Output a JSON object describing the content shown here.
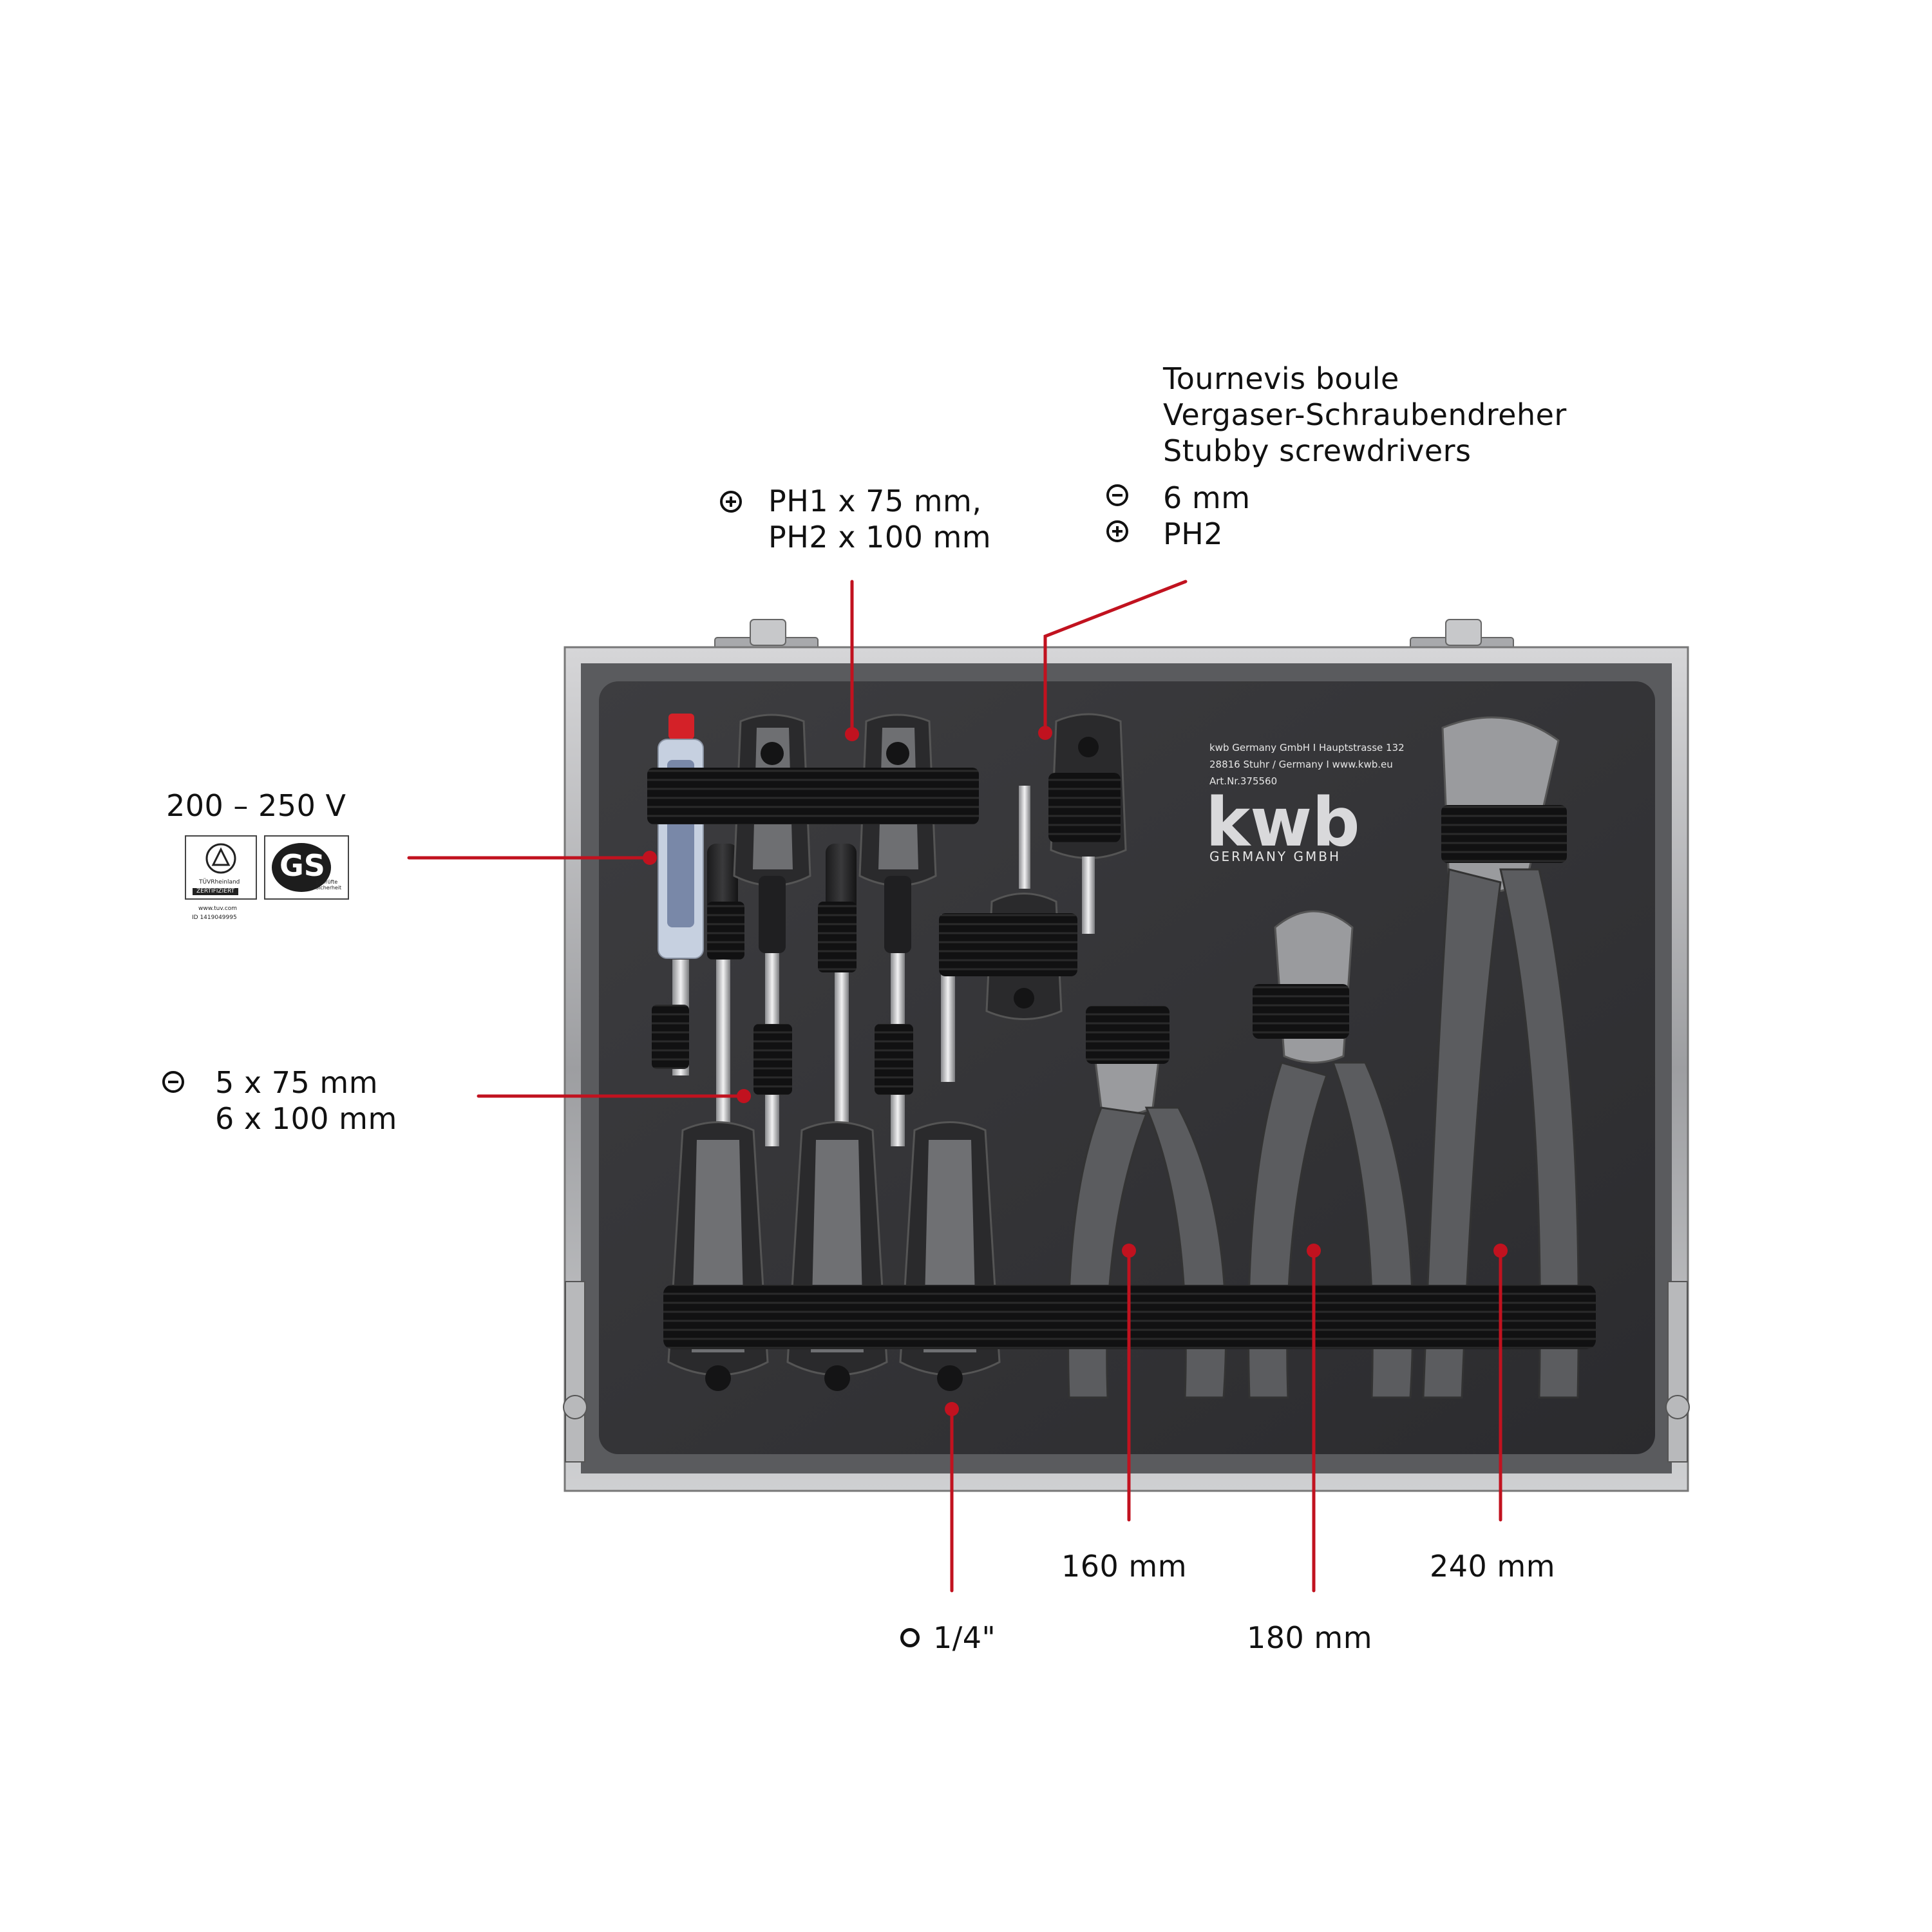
{
  "colors": {
    "accent_red": "#c1121f",
    "case_frame": "#b9b9bb",
    "case_inner": "#333336",
    "label_text": "#111111"
  },
  "labels": {
    "stubby": {
      "lines": [
        "Tournevis boule",
        "Vergaser-Schraubendreher",
        "Stubby screwdrivers"
      ]
    },
    "stubby_sizes": {
      "slot": "6 mm",
      "phillips": "PH2"
    },
    "phillips_sizes": {
      "line1": "PH1 x 75 mm,",
      "line2": "PH2 x 100 mm"
    },
    "voltage_tester": {
      "range": "200 – 250 V"
    },
    "slot_sizes": {
      "line1": "5 x 75 mm",
      "line2": "6 x 100 mm"
    },
    "bit_holder": "1/4\"",
    "pliers_160": "160 mm",
    "pliers_180": "180 mm",
    "pliers_240": "240 mm"
  },
  "certification": {
    "tuv_name": "TÜVRheinland",
    "tuv_cert": "ZERTIFIZIERT",
    "tuv_web": "www.tuv.com",
    "tuv_id": "ID 1419049995",
    "gs_mark": "GS",
    "gs_caption": "geprüfte Sicherheit"
  },
  "case_label": {
    "line1": "kwb Germany GmbH  I Hauptstrasse 132",
    "line2": "28816 Stuhr / Germany I  www.kwb.eu",
    "art_nr": "Art.Nr.375560",
    "brand": "kwb",
    "brand_sub": "GERMANY GMBH"
  },
  "icons": [
    "phillips-icon",
    "slot-icon",
    "hex-bit-icon",
    "tuv-logo-icon",
    "gs-logo-icon"
  ]
}
